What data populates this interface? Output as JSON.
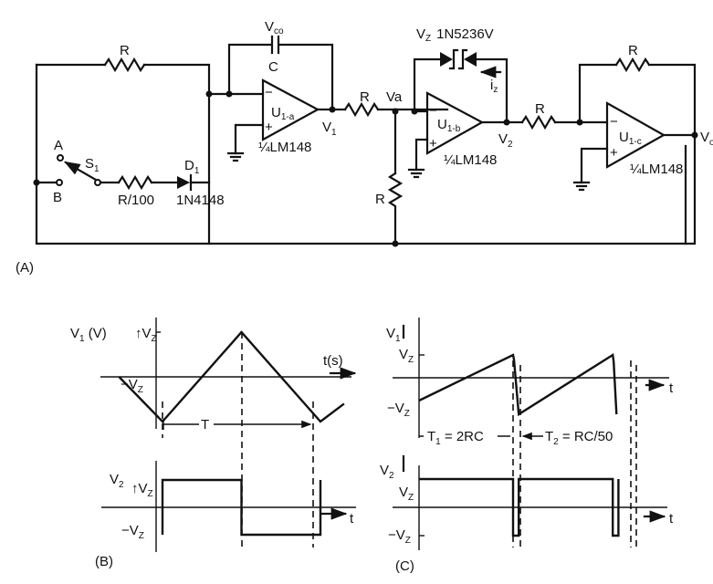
{
  "figure": {
    "panel_labels": {
      "a": "(A)",
      "b": "(B)",
      "c": "(C)"
    }
  },
  "circuit": {
    "input_resistor": "R",
    "switch": {
      "name": "S",
      "sub": "1",
      "pos_a": "A",
      "pos_b": "B"
    },
    "series_resistor": "R/100",
    "diode": {
      "name": "D",
      "sub": "1",
      "part": "1N4148"
    },
    "capacitor": {
      "name": "C",
      "voltage_label": "V",
      "voltage_sub": "co"
    },
    "opamp_a": {
      "name": "U",
      "sub": "1-a",
      "part": "¼LM148",
      "minus": "−",
      "plus": "+"
    },
    "v1": {
      "name": "V",
      "sub": "1"
    },
    "r_ab": "R",
    "node_va": "Va",
    "r_shunt": "R",
    "zener": {
      "label": "V",
      "label_sub": "Z",
      "part": "1N5236V",
      "current": "i",
      "current_sub": "z"
    },
    "opamp_b": {
      "name": "U",
      "sub": "1-b",
      "part": "¼LM148",
      "minus": "−",
      "plus": "+"
    },
    "v2": {
      "name": "V",
      "sub": "2"
    },
    "r_bc": "R",
    "r_feedback_c": "R",
    "opamp_c": {
      "name": "U",
      "sub": "1-c",
      "part": "¼LM148",
      "minus": "−",
      "plus": "+"
    },
    "vout": {
      "name": "V",
      "sub": "o"
    }
  },
  "chart_data": [
    {
      "type": "line",
      "panel": "B-top",
      "title": "",
      "ylabel": "V1 (V)",
      "xlabel": "t(s)",
      "yticks": [
        "Vz",
        "−Vz"
      ],
      "ylim": [
        -1,
        1
      ],
      "series": [
        {
          "name": "V1 triangle",
          "x": [
            -0.55,
            0,
            1,
            2,
            2.3
          ],
          "y": [
            0,
            -1,
            1,
            -1,
            -0.6
          ]
        }
      ],
      "annotations": [
        {
          "text": "T",
          "from": 0,
          "to": 2
        }
      ]
    },
    {
      "type": "line",
      "panel": "B-bottom",
      "ylabel": "V2",
      "xlabel": "t",
      "yticks": [
        "Vz",
        "−Vz"
      ],
      "ylim": [
        -1,
        1
      ],
      "series": [
        {
          "name": "V2 square",
          "x": [
            0,
            0,
            1,
            1,
            2,
            2
          ],
          "y": [
            -1,
            1,
            1,
            -1,
            -1,
            1
          ]
        }
      ]
    },
    {
      "type": "line",
      "panel": "C-top",
      "ylabel": "V1",
      "xlabel": "t",
      "yticks": [
        "Vz",
        "−Vz"
      ],
      "ylim": [
        -1,
        1
      ],
      "series": [
        {
          "name": "V1 sawtooth",
          "x": [
            0,
            1,
            1.01,
            1.06,
            2.06,
            2.07,
            2.1
          ],
          "y": [
            -1,
            1,
            0.8,
            -1.6,
            1,
            0.7,
            -1.6
          ]
        }
      ],
      "annotations": [
        {
          "text": "T₁ = 2RC",
          "label_main": "T",
          "label_sub": "1",
          "label_rest": " = 2RC"
        },
        {
          "text": "T₂ = RC/50",
          "label_main": "T",
          "label_sub": "2",
          "label_rest": " = RC/50"
        }
      ]
    },
    {
      "type": "line",
      "panel": "C-bottom",
      "ylabel": "V2",
      "xlabel": "t",
      "yticks": [
        "Vz",
        "−Vz"
      ],
      "ylim": [
        -1,
        1
      ],
      "series": [
        {
          "name": "V2 pulse",
          "x": [
            0,
            1,
            1,
            1.06,
            1.06,
            2.06,
            2.06,
            2.12,
            2.12
          ],
          "y": [
            1,
            1,
            -1,
            -1,
            1,
            1,
            -1,
            -1,
            1
          ]
        }
      ]
    }
  ]
}
